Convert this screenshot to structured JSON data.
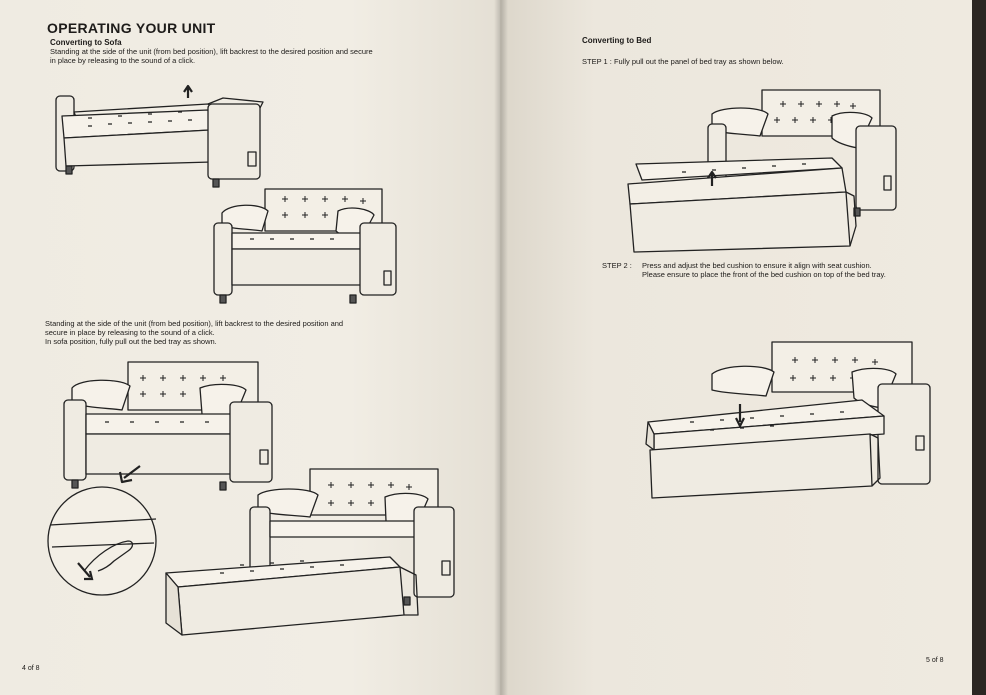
{
  "left_page": {
    "heading": "OPERATING YOUR UNIT",
    "subheading": "Converting to Sofa",
    "para1": [
      "Standing at the side of the unit (from bed position), lift backrest to the desired position and secure",
      "in place by releasing to the sound of a click."
    ],
    "para2": [
      "Standing at the side of the unit (from bed position), lift backrest to the desired position and",
      "secure in place by releasing to the sound of a click.",
      "In sofa position, fully pull out the bed tray as shown."
    ],
    "page_number": "4 of 8"
  },
  "right_page": {
    "subheading": "Converting to Bed",
    "step1": "STEP 1 : Fully pull out the panel of bed tray as shown below.",
    "step2_label": "STEP 2 :",
    "step2_line1": "Press and adjust the bed cushion to ensure it align with seat cushion.",
    "step2_line2": "Please ensure to place the front of the bed cushion on top of the bed tray.",
    "page_number": "5 of 8"
  },
  "illustrations": {
    "figure1_icon": "sofa-flat-bed-icon",
    "figure2_icon": "sofa-upright-icon",
    "figure3_icon": "sofa-upright-icon",
    "figure4_icon": "sofa-tray-pulled-icon",
    "detail_icon": "hand-pull-detail-icon",
    "figure5_icon": "sofa-tray-pulled-icon",
    "figure6_icon": "sofa-bed-cushion-icon"
  }
}
